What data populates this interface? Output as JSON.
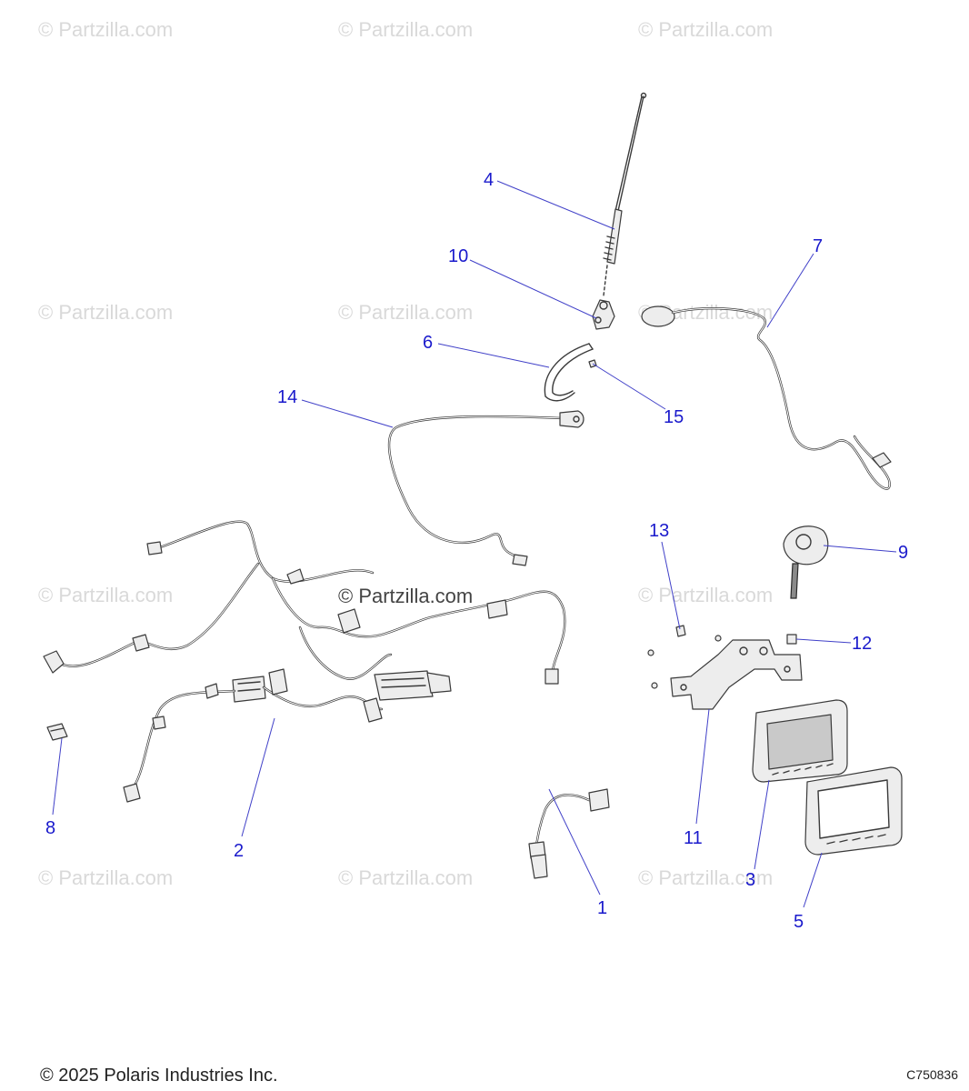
{
  "watermark": {
    "text": "© Partzilla.com",
    "center_text": "© Partzilla.com"
  },
  "callouts": [
    {
      "id": "c1",
      "label": "1"
    },
    {
      "id": "c2",
      "label": "2"
    },
    {
      "id": "c3",
      "label": "3"
    },
    {
      "id": "c4",
      "label": "4"
    },
    {
      "id": "c5",
      "label": "5"
    },
    {
      "id": "c6",
      "label": "6"
    },
    {
      "id": "c7",
      "label": "7"
    },
    {
      "id": "c8",
      "label": "8"
    },
    {
      "id": "c9",
      "label": "9"
    },
    {
      "id": "c10",
      "label": "10"
    },
    {
      "id": "c11",
      "label": "11"
    },
    {
      "id": "c12",
      "label": "12"
    },
    {
      "id": "c13",
      "label": "13"
    },
    {
      "id": "c14",
      "label": "14"
    },
    {
      "id": "c15",
      "label": "15"
    }
  ],
  "footer": {
    "copyright": "© 2025 Polaris Industries Inc.",
    "drawing_id": "C750836"
  },
  "colors": {
    "callout": "#1a1acc",
    "leader": "#4040c8",
    "line_art": "#3a3a3a",
    "watermark": "#d9d9d9"
  }
}
